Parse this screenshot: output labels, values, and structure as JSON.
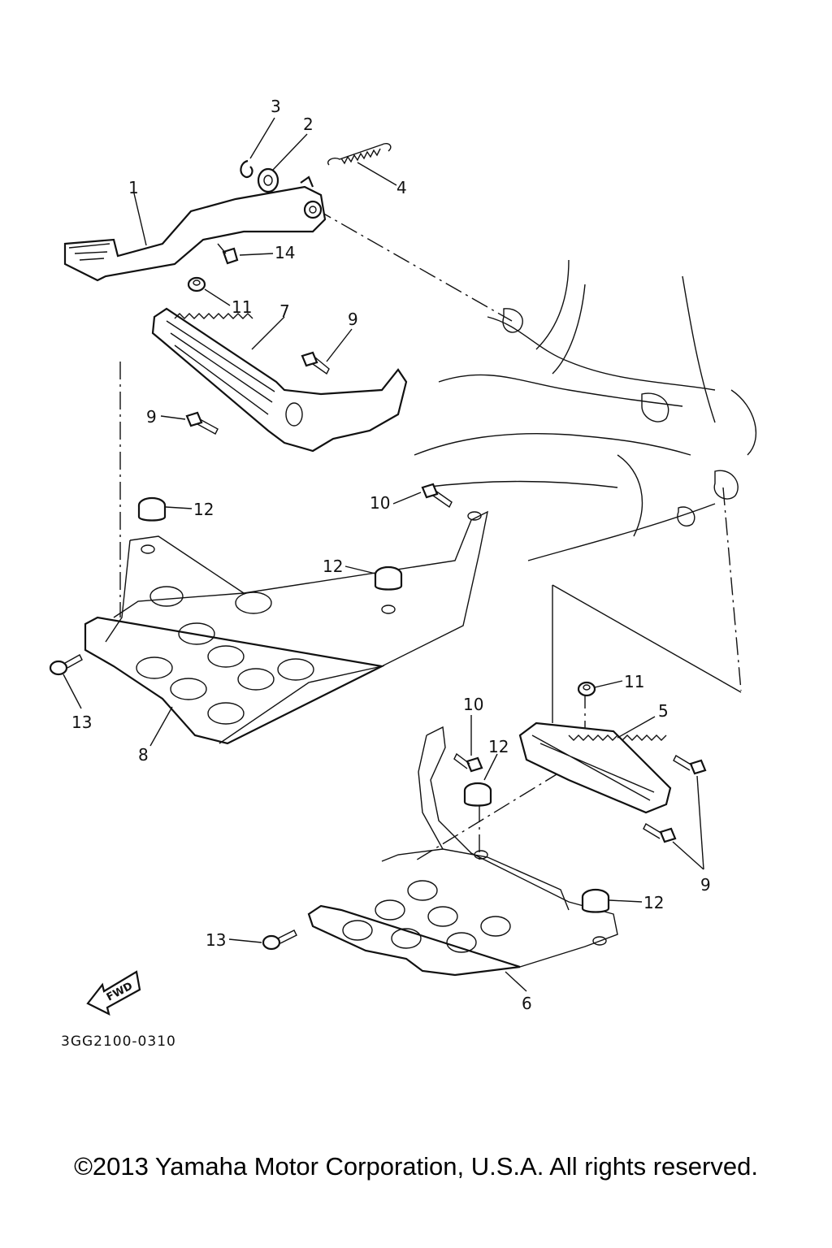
{
  "callouts": {
    "c1": "1",
    "c2": "2",
    "c3": "3",
    "c4": "4",
    "c14": "14",
    "c11a": "11",
    "c7": "7",
    "c9a": "9",
    "c9b": "9",
    "c12a": "12",
    "c10a": "10",
    "c12b": "12",
    "c13a": "13",
    "c8": "8",
    "c11b": "11",
    "c5": "5",
    "c10b": "10",
    "c12c": "12",
    "c9c": "9",
    "c12d": "12",
    "c13b": "13",
    "c6": "6"
  },
  "fwd_label": "FWD",
  "diagram_code": "3GG2100-0310",
  "copyright": "©2013 Yamaha Motor Corporation, U.S.A. All rights reserved."
}
